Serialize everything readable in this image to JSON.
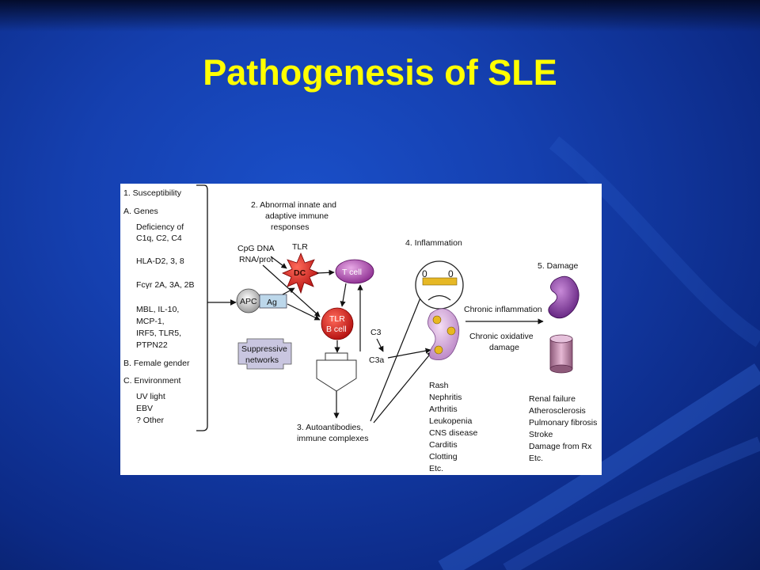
{
  "slide": {
    "title": "Pathogenesis of SLE",
    "background_color": "#1540b0",
    "title_color": "#ffff00"
  },
  "figure": {
    "susceptibility": {
      "heading": "1.  Susceptibility",
      "genes_heading": "A.  Genes",
      "genes": [
        "Deficiency of",
        "C1q, C2, C4",
        "HLA-D2, 3, 8",
        "Fcγr 2A, 3A, 2B",
        "MBL, IL-10,",
        "MCP-1,",
        "IRF5, TLR5,",
        "PTPN22"
      ],
      "female": "B.  Female gender",
      "env_heading": "C.  Environment",
      "environment": [
        "UV light",
        "EBV",
        "? Other"
      ]
    },
    "immune": {
      "heading_lines": [
        "2.  Abnormal innate and",
        "adaptive immune",
        "responses"
      ],
      "cpg_lines": [
        "CpG DNA",
        "RNA/prot"
      ],
      "tlr_label": "TLR",
      "dc_label": "DC",
      "tcell_label": "T cell",
      "apc_label": "APC",
      "ag_label": "Ag",
      "bcell_tlr_label": "TLR",
      "bcell_label": "B cell",
      "suppressive_lines": [
        "Suppressive",
        "networks"
      ],
      "c3_label": "C3",
      "c3a_label": "C3a"
    },
    "autoantibodies_lines": [
      "3.  Autoantibodies,",
      "immune complexes"
    ],
    "inflammation": {
      "heading": "4.  Inflammation",
      "outcomes": [
        "Rash",
        "Nephritis",
        "Arthritis",
        "Leukopenia",
        "CNS disease",
        "Carditis",
        "Clotting",
        "Etc."
      ]
    },
    "damage": {
      "heading": "5.  Damage",
      "arrow_label_top": "Chronic inflammation",
      "arrow_label_bottom_lines": [
        "Chronic oxidative",
        "damage"
      ],
      "outcomes": [
        "Renal failure",
        "Atherosclerosis",
        "Pulmonary fibrosis",
        "Stroke",
        "Damage from Rx",
        "Etc."
      ]
    }
  }
}
